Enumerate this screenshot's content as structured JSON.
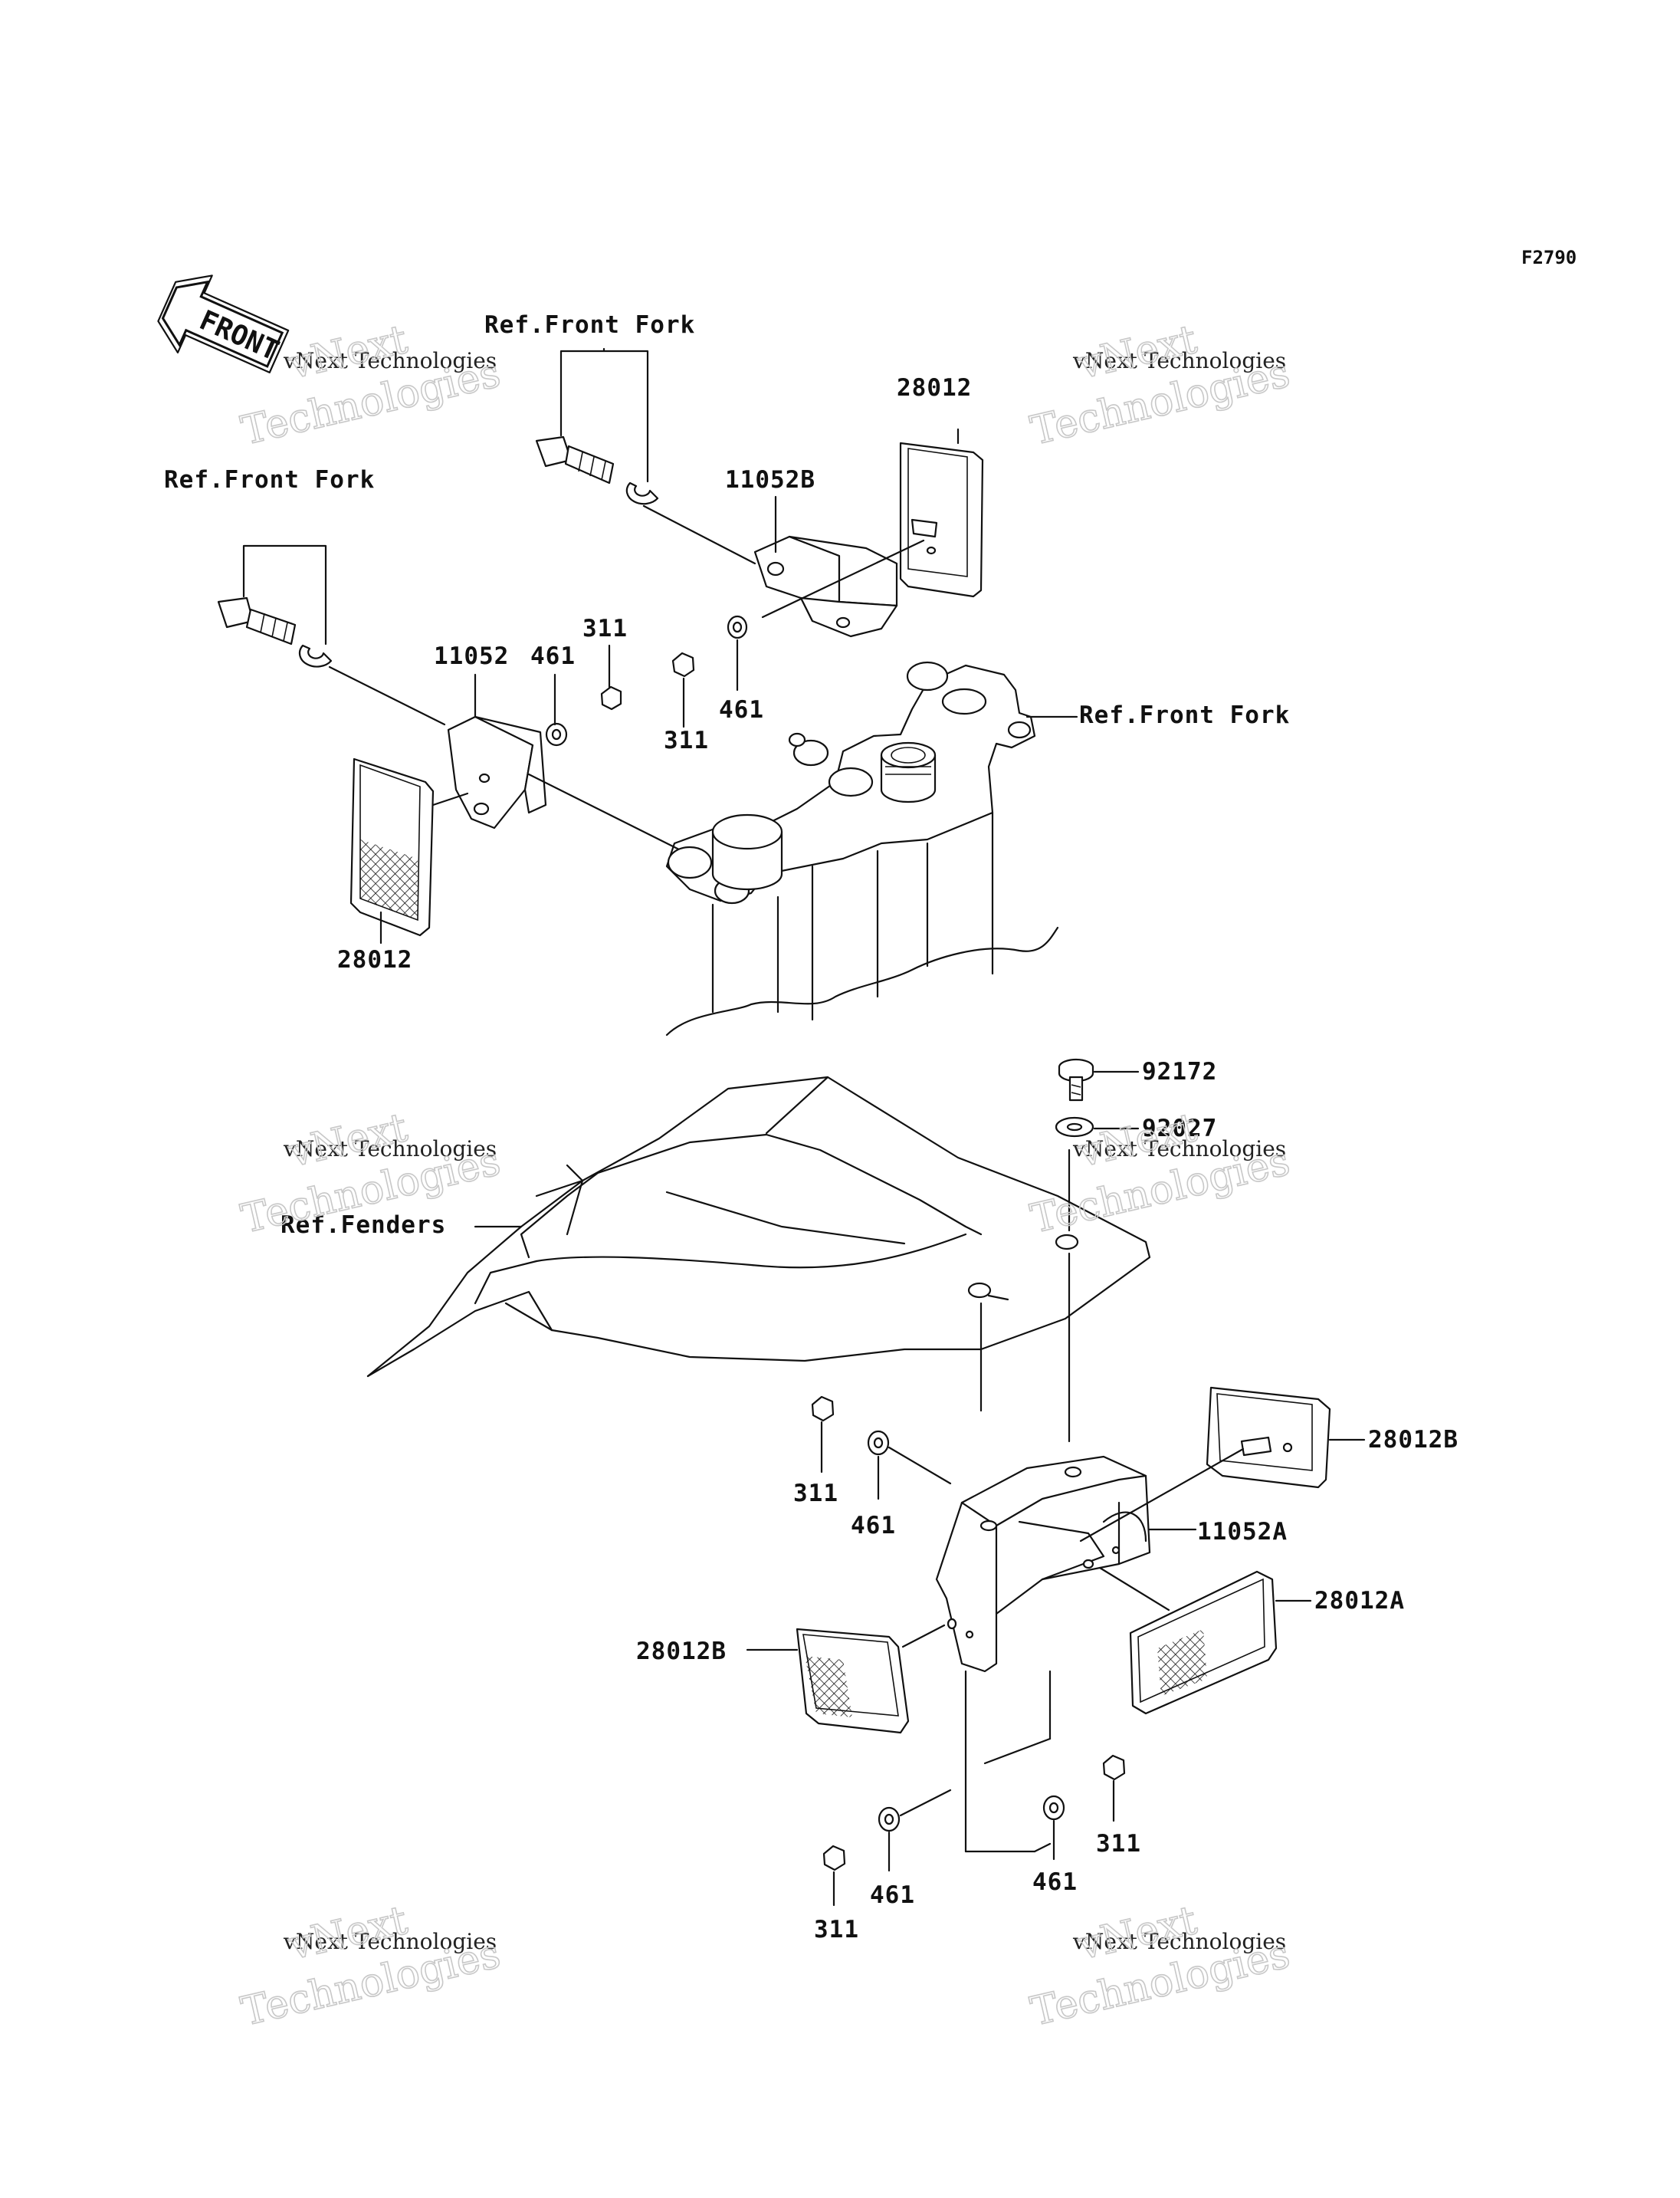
{
  "diagram": {
    "code": "F2790",
    "direction_tag": "FRONT",
    "labels": [
      {
        "key": "ref_front_fork_top",
        "text": "Ref.Front Fork"
      },
      {
        "key": "ref_front_fork_left",
        "text": "Ref.Front Fork"
      },
      {
        "key": "ref_front_fork_right",
        "text": "Ref.Front Fork"
      },
      {
        "key": "ref_fenders",
        "text": "Ref.Fenders"
      },
      {
        "key": "p28012_top",
        "text": "28012"
      },
      {
        "key": "p11052B",
        "text": "11052B"
      },
      {
        "key": "p11052",
        "text": "11052"
      },
      {
        "key": "p461_a",
        "text": "461"
      },
      {
        "key": "p311_a",
        "text": "311"
      },
      {
        "key": "p311_b",
        "text": "311"
      },
      {
        "key": "p461_b",
        "text": "461"
      },
      {
        "key": "p28012_left",
        "text": "28012"
      },
      {
        "key": "p92172",
        "text": "92172"
      },
      {
        "key": "p92027",
        "text": "92027"
      },
      {
        "key": "p28012B_r",
        "text": "28012B"
      },
      {
        "key": "p11052A",
        "text": "11052A"
      },
      {
        "key": "p28012A",
        "text": "28012A"
      },
      {
        "key": "p28012B_l",
        "text": "28012B"
      },
      {
        "key": "p311_c",
        "text": "311"
      },
      {
        "key": "p461_c",
        "text": "461"
      },
      {
        "key": "p461_d",
        "text": "461"
      },
      {
        "key": "p461_e",
        "text": "461"
      },
      {
        "key": "p311_d",
        "text": "311"
      },
      {
        "key": "p311_e",
        "text": "311"
      }
    ],
    "watermark": {
      "line1": "vNext Technologies",
      "line2": "vNext",
      "line3": "Technologies"
    }
  }
}
